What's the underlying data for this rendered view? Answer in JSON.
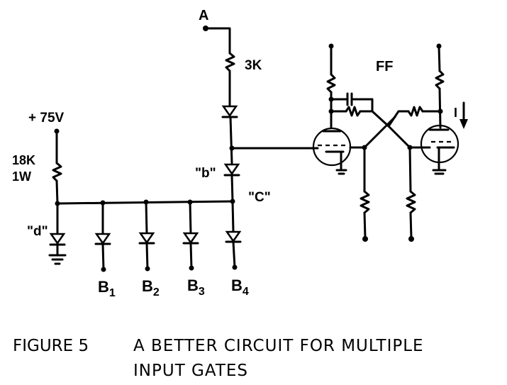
{
  "labels": {
    "node_a": "A",
    "r_3k": "3K",
    "ff": "FF",
    "supply": "+ 75V",
    "r_18k_value": "18K",
    "r_18k_power": "1W",
    "node_b": "\"b\"",
    "node_c": "\"C\"",
    "node_d": "\"d\"",
    "current": "I"
  },
  "inputs": [
    {
      "base": "B",
      "sub": "1"
    },
    {
      "base": "B",
      "sub": "2"
    },
    {
      "base": "B",
      "sub": "3"
    },
    {
      "base": "B",
      "sub": "4"
    }
  ],
  "caption": {
    "figure": "FIGURE 5",
    "line1": "A BETTER CIRCUIT FOR MULTIPLE",
    "line2": "INPUT GATES"
  },
  "colors": {
    "ink": "#000000",
    "paper": "#ffffff"
  }
}
